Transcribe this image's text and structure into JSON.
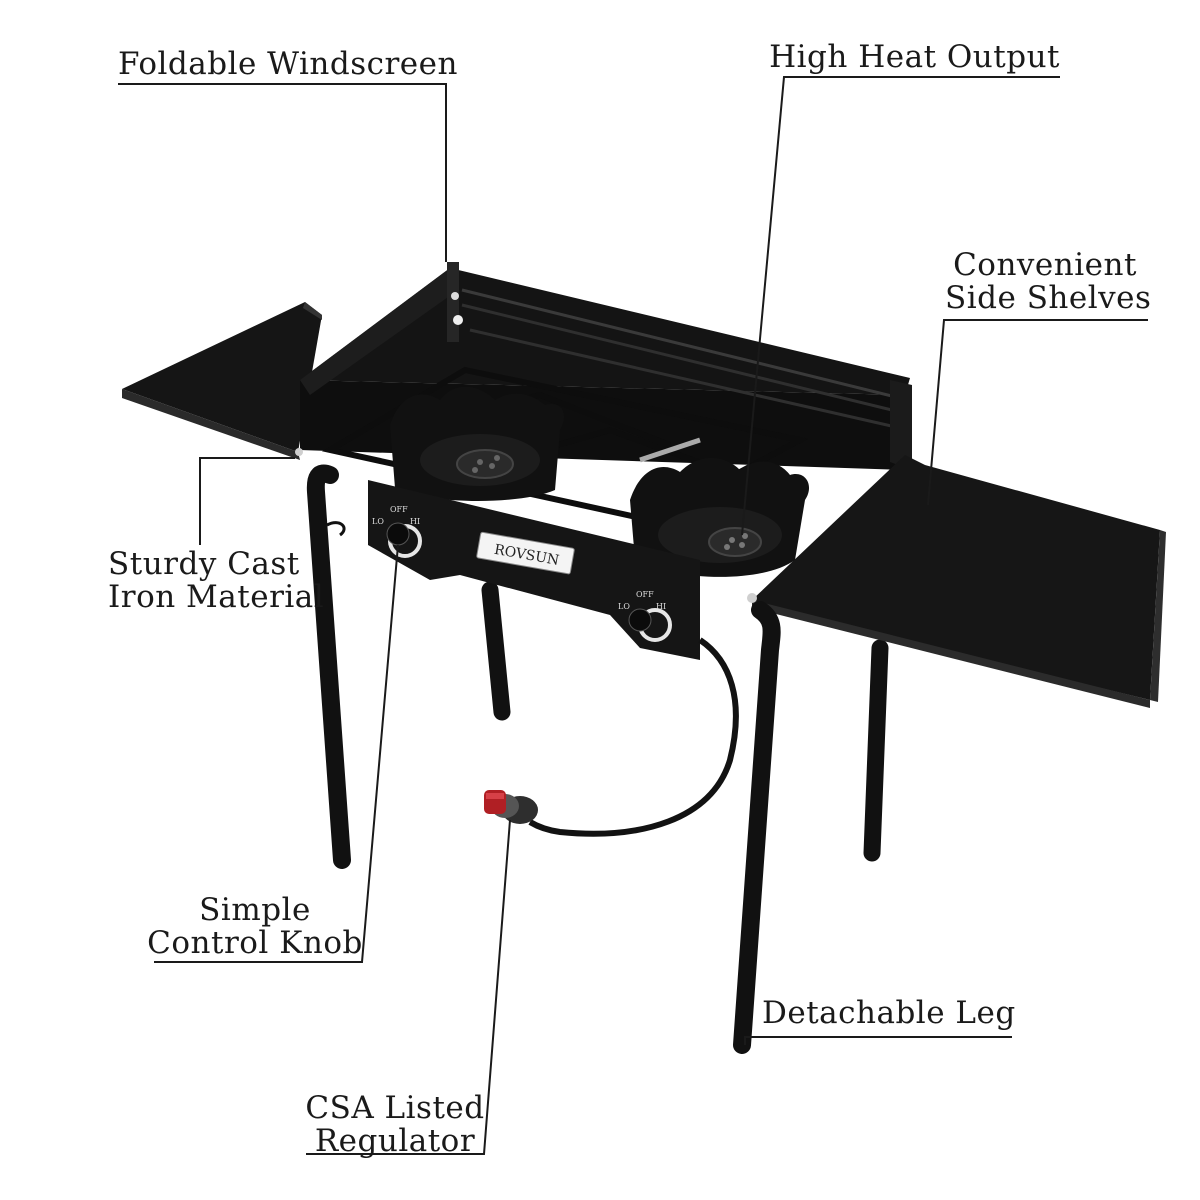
{
  "brand": {
    "logo_text": "ROVSUN"
  },
  "knob_labels": {
    "off": "OFF",
    "hi": "HI",
    "lo": "LO"
  },
  "callouts": {
    "windscreen": {
      "lines": [
        "Foldable Windscreen"
      ]
    },
    "heat_output": {
      "lines": [
        "High Heat Output"
      ]
    },
    "side_shelves": {
      "lines": [
        "Convenient",
        "Side Shelves"
      ]
    },
    "cast_iron": {
      "lines": [
        "Sturdy Cast",
        "Iron Material"
      ]
    },
    "control_knob": {
      "lines": [
        "Simple",
        "Control Knob"
      ]
    },
    "leg": {
      "lines": [
        "Detachable Leg"
      ]
    },
    "regulator": {
      "lines": [
        "CSA Listed",
        "Regulator"
      ]
    }
  },
  "colors": {
    "body": "#111111",
    "metal_edge": "#3a3a3a",
    "regulator_red": "#b01f24",
    "text": "#1a1a1a"
  }
}
